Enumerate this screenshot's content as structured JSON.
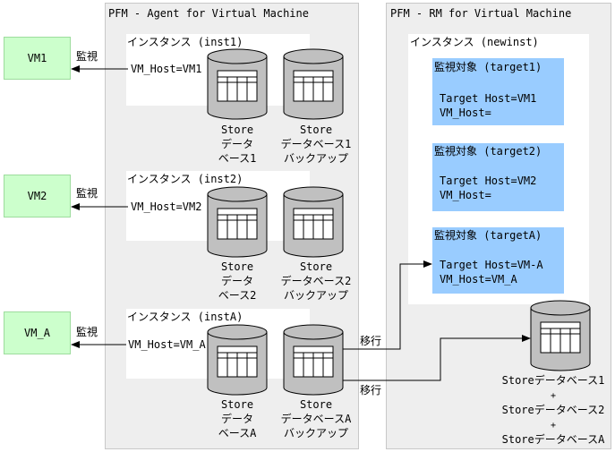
{
  "agent_panel": {
    "title": "PFM - Agent for Virtual Machine",
    "instances": [
      {
        "header": "インスタンス (inst1)",
        "host": "VM_Host=VM1",
        "store_db": [
          "Store",
          "データ",
          "ベース1"
        ],
        "backup": [
          "Store",
          "データベース1",
          "バックアップ"
        ]
      },
      {
        "header": "インスタンス (inst2)",
        "host": "VM_Host=VM2",
        "store_db": [
          "Store",
          "データ",
          "ベース2"
        ],
        "backup": [
          "Store",
          "データベース2",
          "バックアップ"
        ]
      },
      {
        "header": "インスタンス (instA)",
        "host": "VM_Host=VM_A",
        "store_db": [
          "Store",
          "データ",
          "ベースA"
        ],
        "backup": [
          "Store",
          "データベースA",
          "バックアップ"
        ]
      }
    ]
  },
  "rm_panel": {
    "title": "PFM - RM for Virtual Machine",
    "instance_header": "インスタンス (newinst)",
    "targets": [
      {
        "header": "監視対象 (target1)",
        "line1": "Target Host=VM1",
        "line2": "VM_Host="
      },
      {
        "header": "監視対象 (target2)",
        "line1": "Target Host=VM2",
        "line2": "VM_Host="
      },
      {
        "header": "監視対象 (targetA)",
        "line1": "Target Host=VM-A",
        "line2": "VM_Host=VM_A"
      }
    ],
    "store_lines": [
      "Storeデータベース1",
      "+",
      "Storeデータベース2",
      "+",
      "StoreデータベースA"
    ]
  },
  "vms": [
    "VM1",
    "VM2",
    "VM_A"
  ],
  "monitor_label": "監視",
  "migrate_label": "移行",
  "colors": {
    "vm_fill": "#ccffcc",
    "target_fill": "#99ccff",
    "panel_fill": "#eeeeee",
    "cylinder": "#c0c0c0"
  }
}
